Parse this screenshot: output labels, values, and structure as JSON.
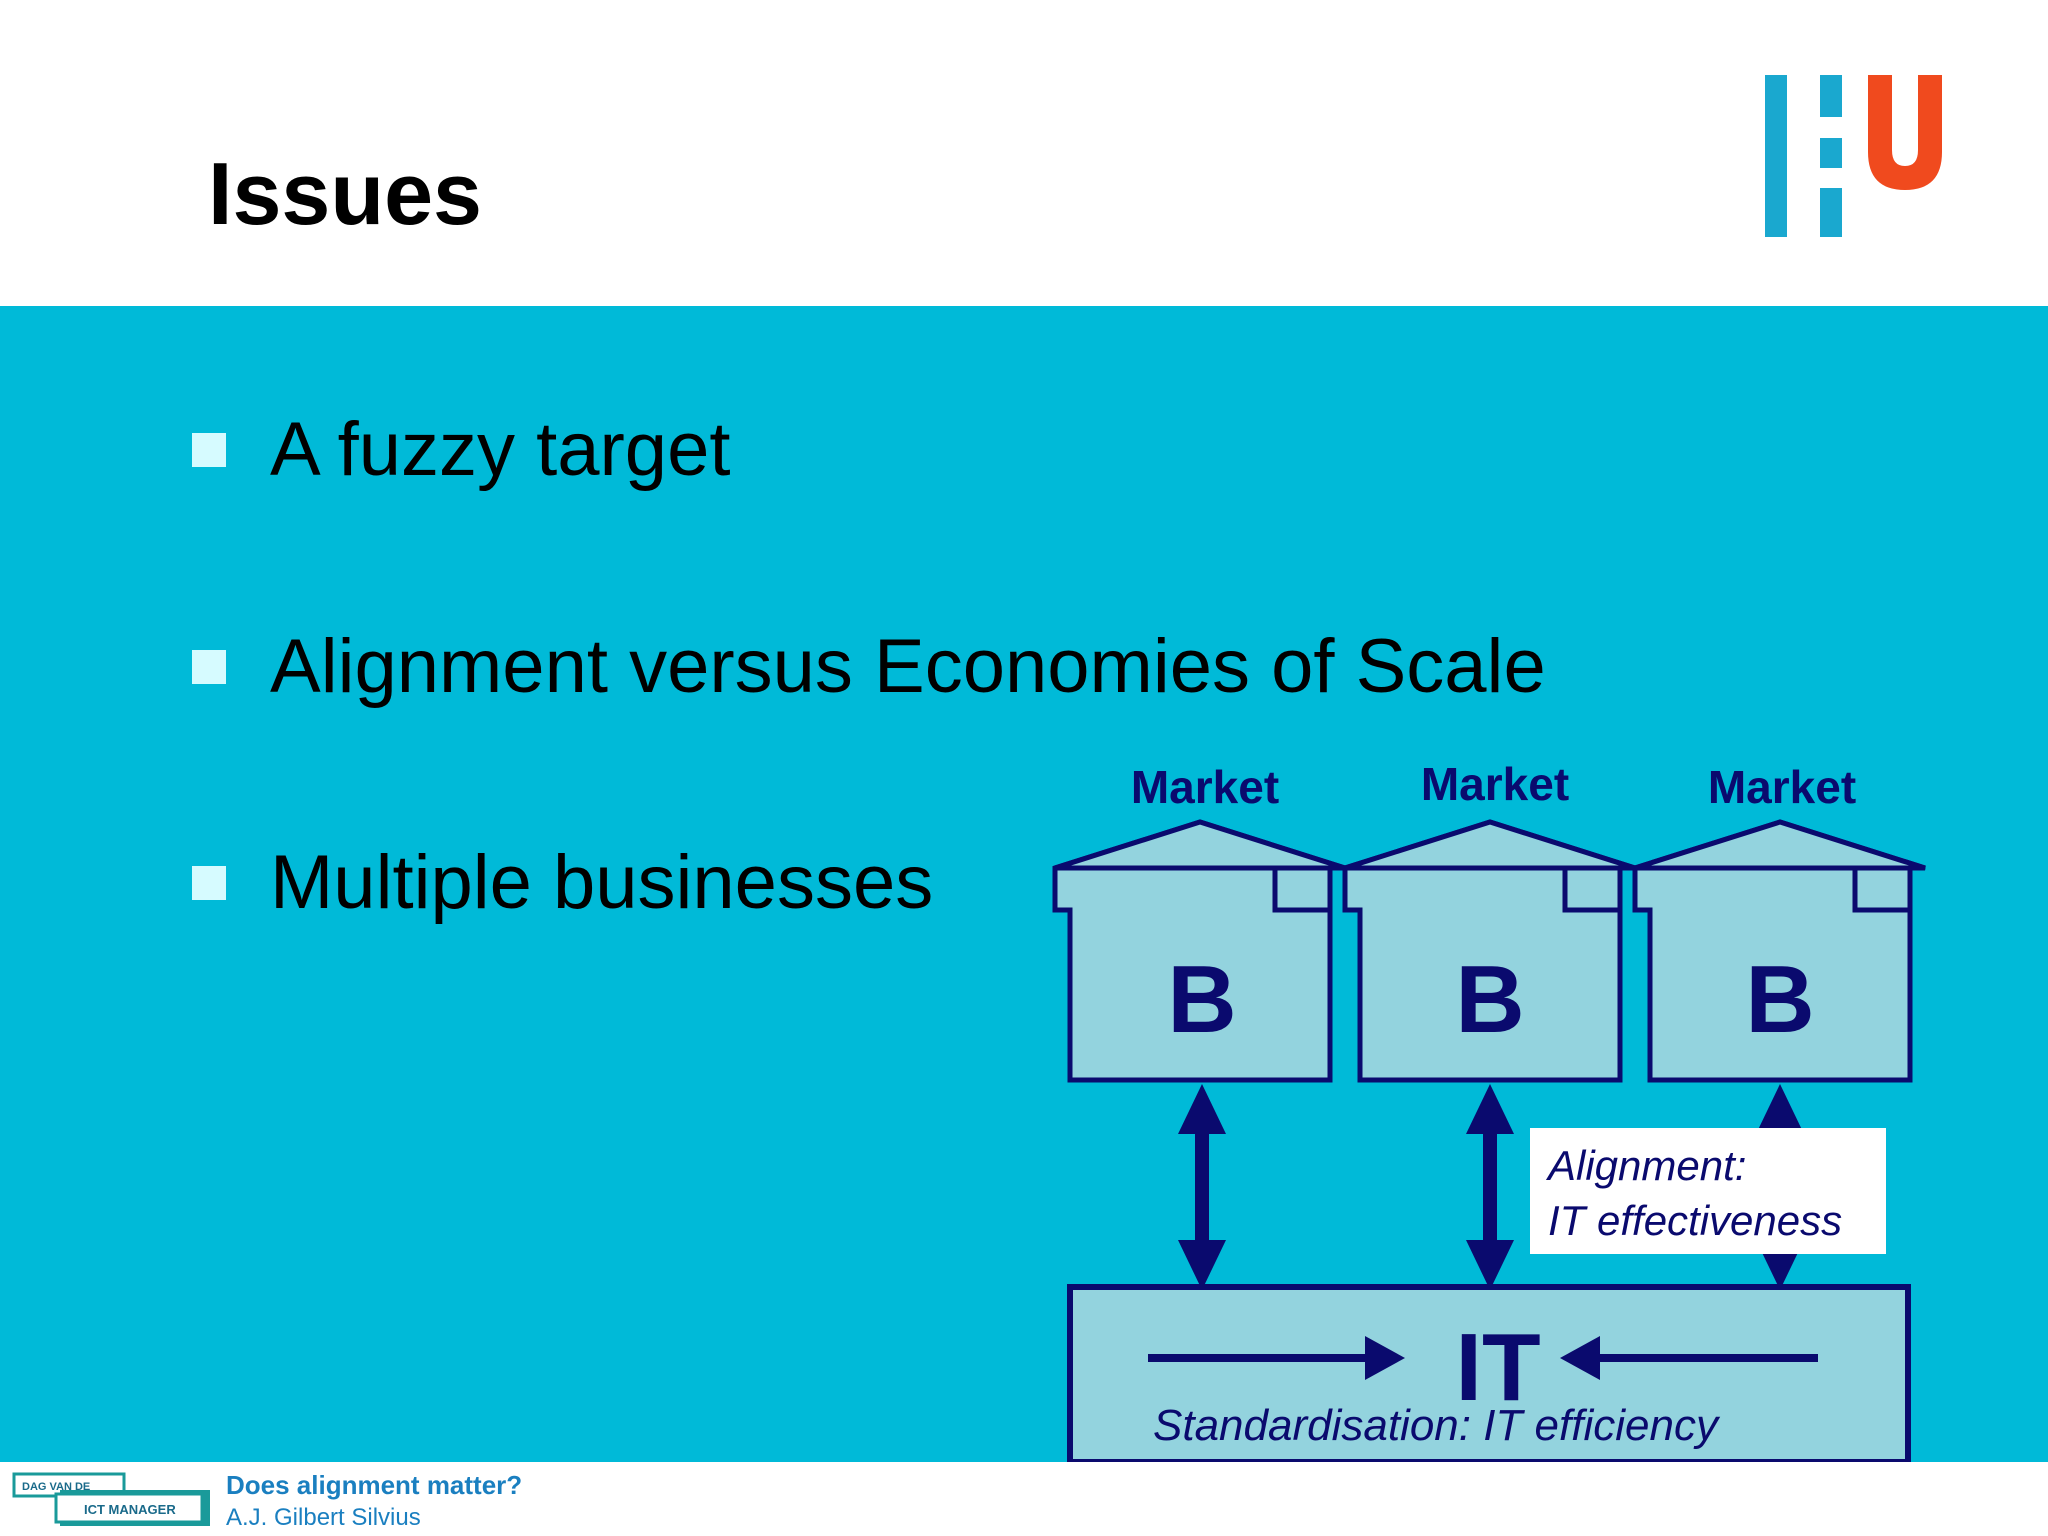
{
  "slide": {
    "title": "Issues",
    "bullets": [
      "A fuzzy target",
      "Alignment versus Economies of Scale",
      "Multiple businesses"
    ]
  },
  "diagram": {
    "market_labels": [
      "Market",
      "Market",
      "Market"
    ],
    "business_labels": [
      "B",
      "B",
      "B"
    ],
    "it_label": "IT",
    "alignment_note": [
      "Alignment:",
      "IT effectiveness"
    ],
    "standardisation_note": "Standardisation: IT efficiency"
  },
  "footer": {
    "title": "Does alignment matter?",
    "author": "A.J. Gilbert Silvius",
    "badge_line1": "DAG VAN DE",
    "badge_line2": "ICT MANAGER"
  },
  "colors": {
    "content_background": "#00bad8",
    "diagram_fill": "#93d3de",
    "diagram_stroke": "#0a0a6e",
    "logo_blue": "#1aa8cf",
    "logo_red": "#f04a1e",
    "footer_text": "#1a7fc0"
  }
}
